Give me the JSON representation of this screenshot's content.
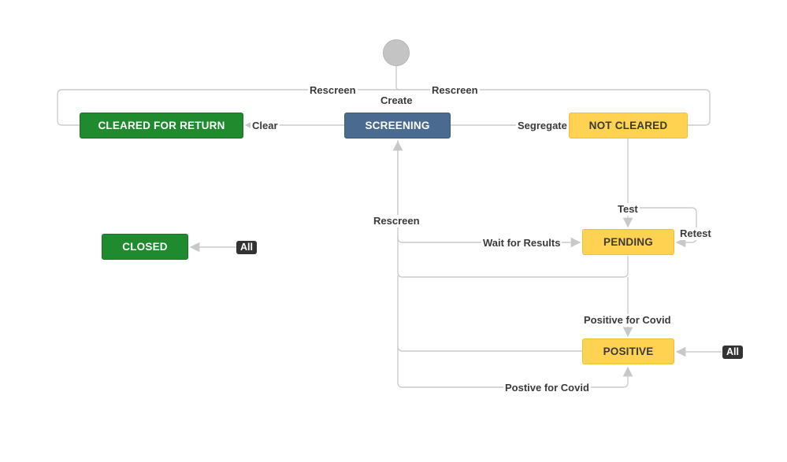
{
  "statuses": {
    "cleared_for_return": "CLEARED FOR RETURN",
    "screening": "SCREENING",
    "not_cleared": "NOT CLEARED",
    "closed": "CLOSED",
    "pending": "PENDING",
    "positive": "POSITIVE"
  },
  "transitions": {
    "rescreen_left": "Rescreen",
    "rescreen_right": "Rescreen",
    "create": "Create",
    "clear": "Clear",
    "segregate": "Segregate",
    "rescreen_middle": "Rescreen",
    "test": "Test",
    "retest": "Retest",
    "wait_for_results": "Wait for Results",
    "positive_for_covid": "Positive for Covid",
    "postive_for_covid": "Postive for Covid"
  },
  "global_transitions": {
    "closed_all": "All",
    "positive_all": "All"
  },
  "colors": {
    "green": "#1f8a2e",
    "blue": "#4a6b8f",
    "yellow": "#ffd351",
    "line": "#cccccc",
    "badge": "#333333"
  }
}
